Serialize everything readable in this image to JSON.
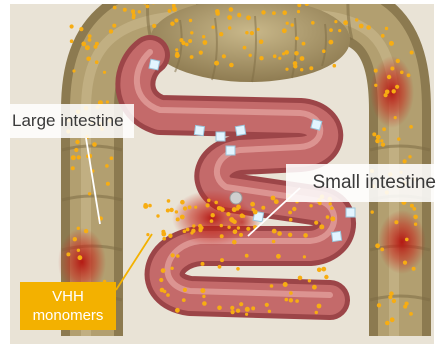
{
  "labels": {
    "large_intestine": "Large intestine",
    "small_intestine": "Small intestine",
    "vhh_line1": "VHH",
    "vhh_line2": "monomers"
  },
  "colors": {
    "background": "#ffffff",
    "colon": "#9a865a",
    "colon_light": "#c2b182",
    "small_intestine": "#b8575a",
    "small_intestine_light": "#d98a88",
    "inflammation": "#c0201a",
    "vhh_dot": "#f7ad12",
    "crystal": "#dff3ff",
    "vhh_label_box": "#f3b100",
    "label_text": "#3a3a3a"
  },
  "icons": [
    "vhh-monomer-dot",
    "crystal-cube"
  ]
}
